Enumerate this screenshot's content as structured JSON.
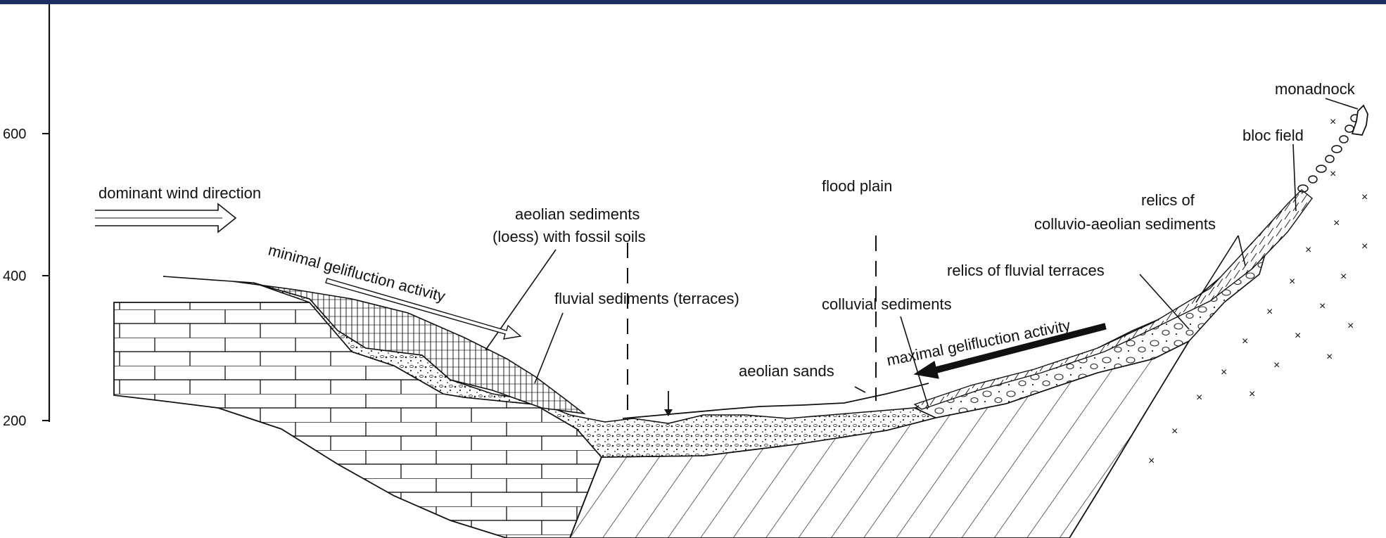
{
  "axis": {
    "ticks": [
      "600",
      "400",
      "200"
    ]
  },
  "labels": {
    "wind": "dominant wind direction",
    "min_gelif": "minimal gelifluction activity",
    "aeolian": [
      "aeolian sediments",
      "(loess) with fossil soils"
    ],
    "fluvial_terraces_sed": "fluvial sediments (terraces)",
    "flood_plain": "flood plain",
    "colluvial": "colluvial sediments",
    "aeolian_sands": "aeolian sands",
    "relics_fluvial": "relics of fluvial terraces",
    "max_gelif": "maximal gelifluction activity",
    "relics_colluvio": [
      "relics of",
      "colluvio-aeolian sediments"
    ],
    "bloc_field": "bloc field",
    "monadnock": "monadnock"
  },
  "colors": {
    "top_bar": "#1c2e63",
    "ink": "#111111",
    "background": "#ffffff"
  }
}
